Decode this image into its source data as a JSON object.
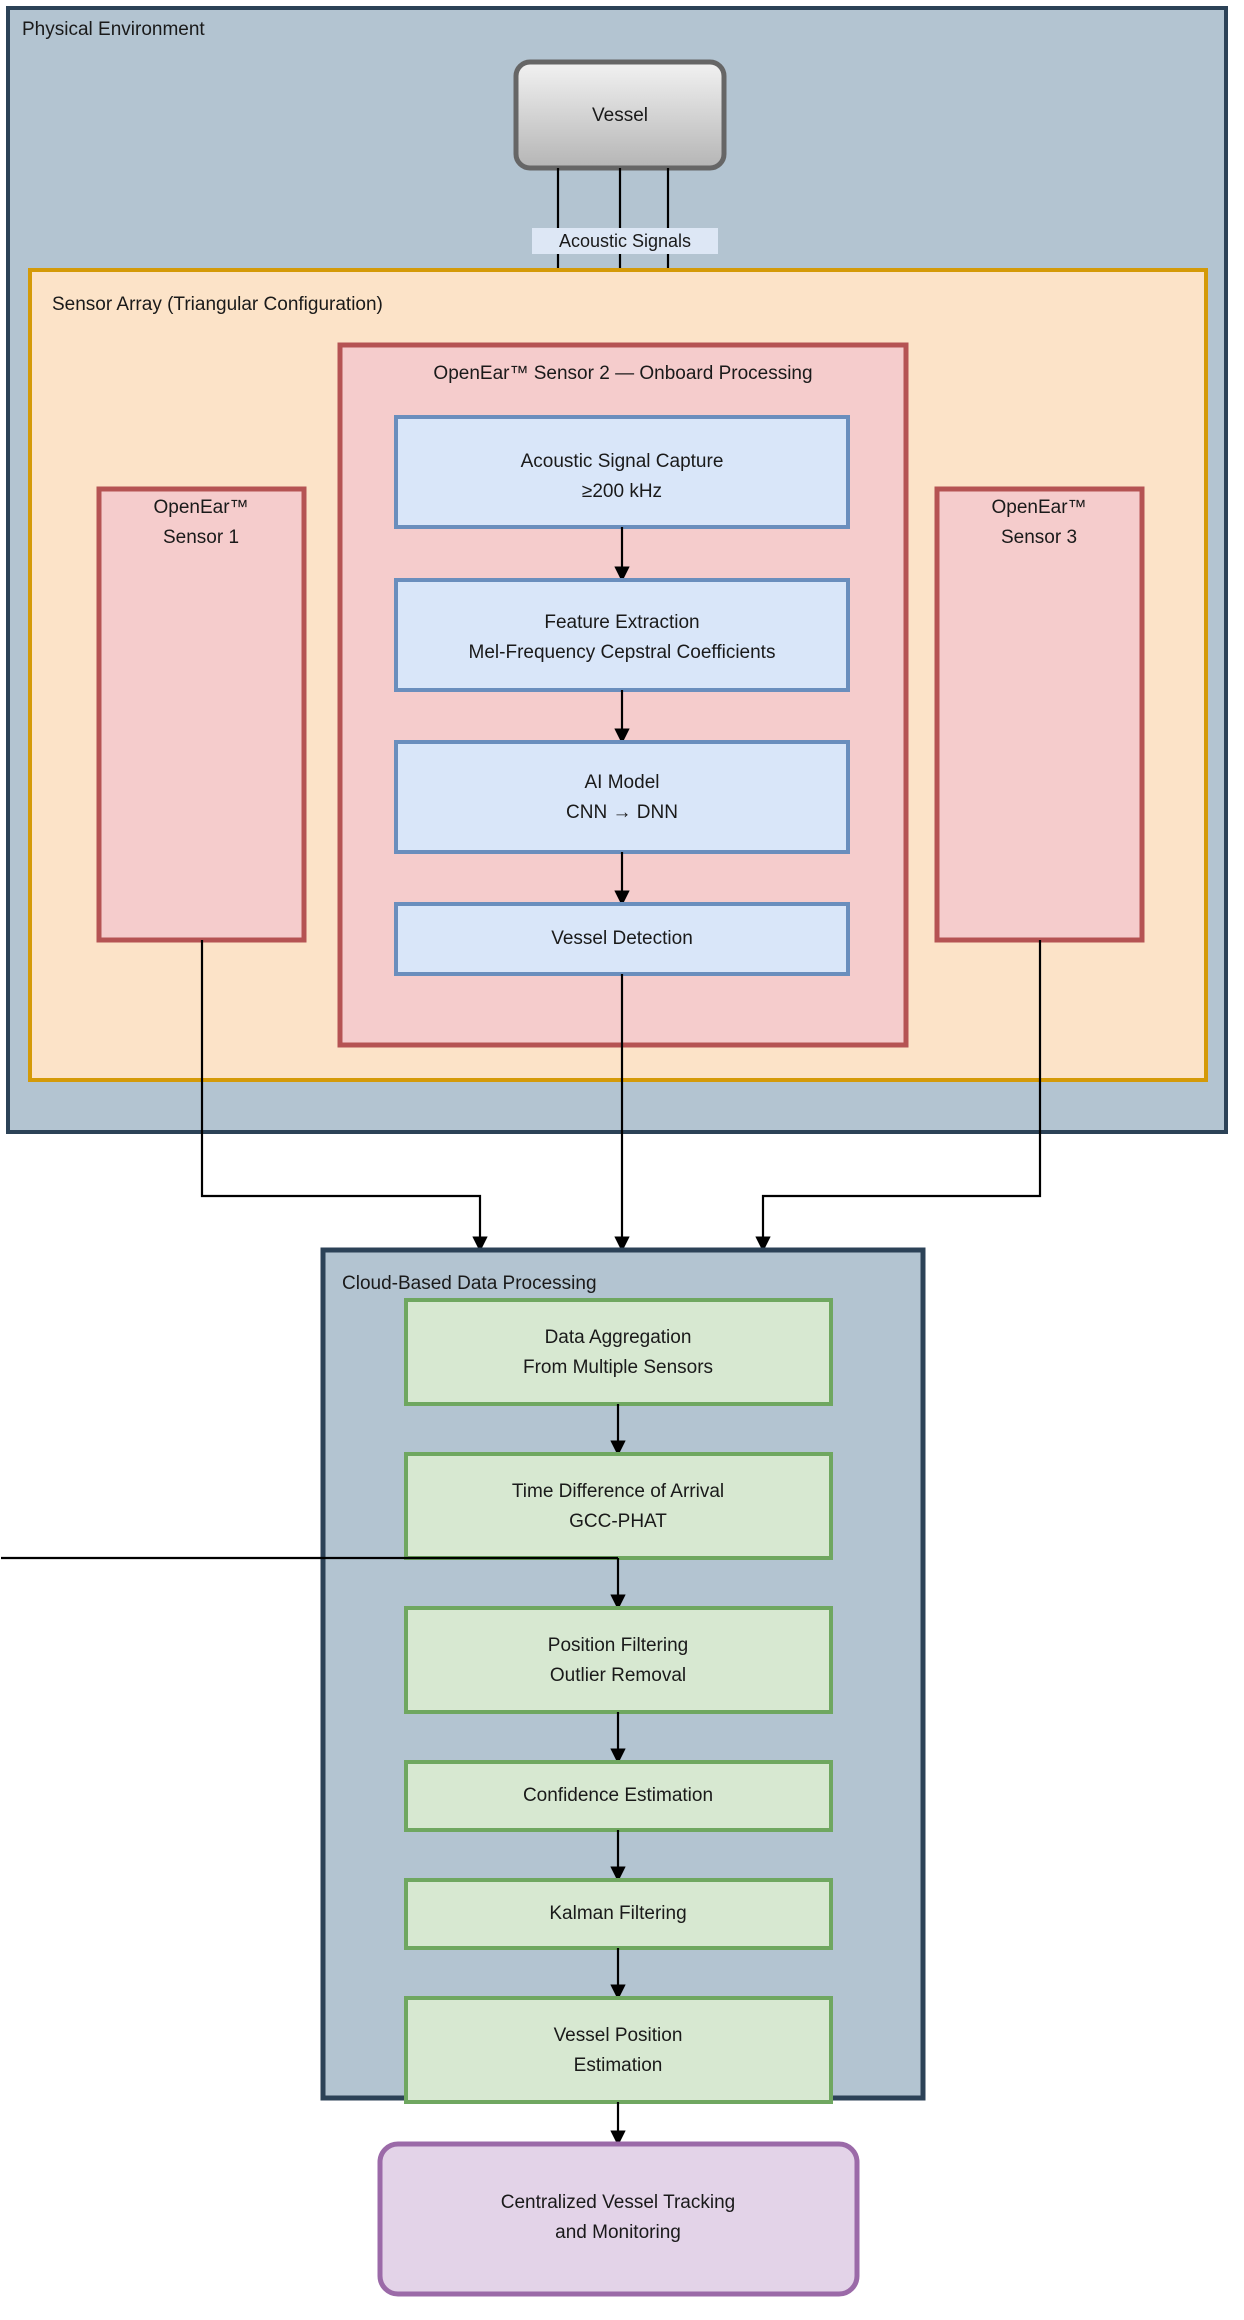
{
  "diagram": {
    "title_visible": false,
    "containers": {
      "physical_environment": {
        "label": "Physical Environment",
        "fill": "#b3c4d1",
        "stroke": "#2c4257"
      },
      "sensor_array": {
        "label": "Sensor Array (Triangular Configuration)",
        "fill": "#fce3c8",
        "stroke": "#d49a08"
      },
      "sensor2": {
        "label": "OpenEar™ Sensor 2 — Onboard Processing",
        "fill": "#f5cccc",
        "stroke": "#b55353"
      },
      "cloud": {
        "label": "Cloud-Based Data Processing",
        "fill": "#b3c4d1",
        "stroke": "#2c4257"
      }
    },
    "nodes": {
      "vessel": {
        "label": "Vessel",
        "fill_top": "#f0f0f0",
        "fill_bottom": "#b8b8b8",
        "stroke": "#666666"
      },
      "sensor1": {
        "line1": "OpenEar™",
        "line2": "Sensor 1",
        "fill": "#f5cccc",
        "stroke": "#b55353"
      },
      "sensor3": {
        "line1": "OpenEar™",
        "line2": "Sensor 3",
        "fill": "#f5cccc",
        "stroke": "#b55353"
      },
      "acoustic_capture": {
        "line1": "Acoustic Signal Capture",
        "line2": "≥200 kHz",
        "fill": "#d9e6f9",
        "stroke": "#6a8ebd"
      },
      "feature_extraction": {
        "line1": "Feature Extraction",
        "line2": "Mel-Frequency Cepstral Coefficients",
        "fill": "#d9e6f9",
        "stroke": "#6a8ebd"
      },
      "ai_model": {
        "line1": "AI Model",
        "line2": "CNN → DNN",
        "fill": "#d9e6f9",
        "stroke": "#6a8ebd"
      },
      "vessel_detection": {
        "line1": "Vessel Detection",
        "line2": "",
        "fill": "#d9e6f9",
        "stroke": "#6a8ebd"
      },
      "data_aggregation": {
        "line1": "Data Aggregation",
        "line2": "From Multiple Sensors",
        "fill": "#d7e8d1",
        "stroke": "#6fa760"
      },
      "tdoa": {
        "line1": "Time Difference of Arrival",
        "line2": "GCC-PHAT",
        "fill": "#d7e8d1",
        "stroke": "#6fa760"
      },
      "position_filtering": {
        "line1": "Position Filtering",
        "line2": "Outlier Removal",
        "fill": "#d7e8d1",
        "stroke": "#6fa760"
      },
      "confidence_estimation": {
        "line1": "Confidence Estimation",
        "line2": "",
        "fill": "#d7e8d1",
        "stroke": "#6fa760"
      },
      "kalman_filtering": {
        "line1": "Kalman Filtering",
        "line2": "",
        "fill": "#d7e8d1",
        "stroke": "#6fa760"
      },
      "vessel_position_estimation": {
        "line1": "Vessel Position",
        "line2": "Estimation",
        "fill": "#d7e8d1",
        "stroke": "#6fa760"
      },
      "centralized_tracking": {
        "line1": "Centralized Vessel Tracking",
        "line2": "and Monitoring",
        "fill": "#e3d3e8",
        "stroke": "#9b6aa8"
      }
    },
    "edges": {
      "acoustic_signals_label": "Acoustic Signals",
      "label_bg": "#dde7f5"
    }
  }
}
